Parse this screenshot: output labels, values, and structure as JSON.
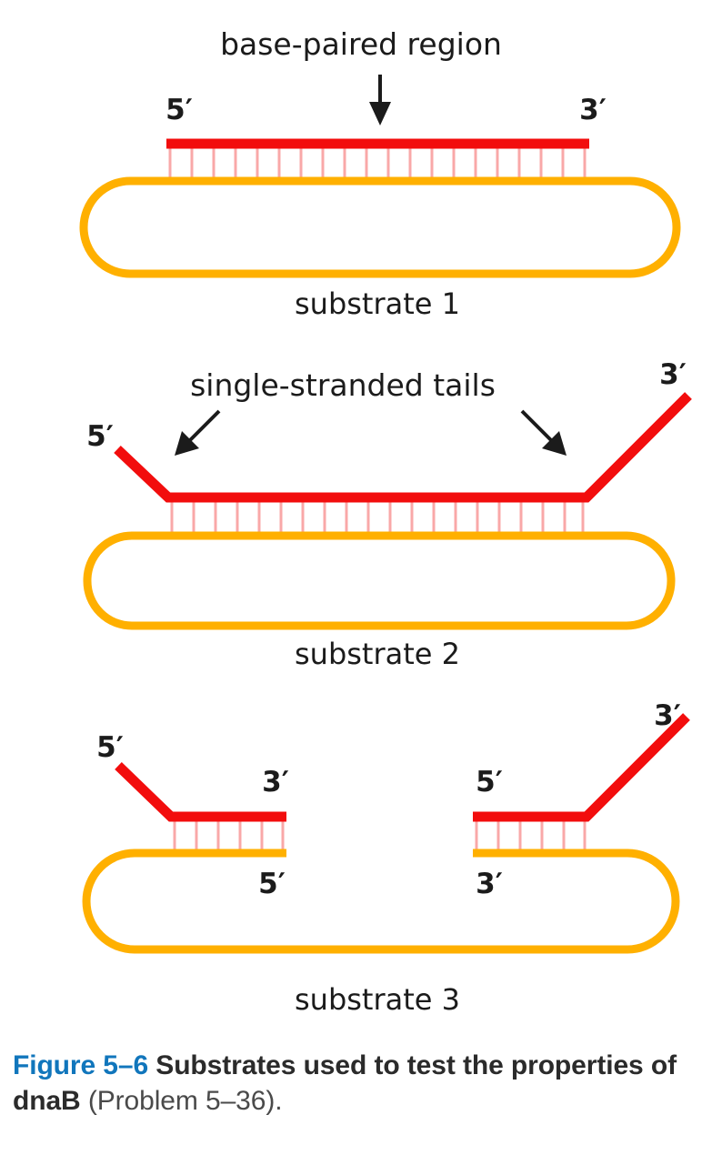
{
  "figure": {
    "colors": {
      "red_strand": "#F20D0D",
      "orange_strand": "#FFB000",
      "base_pair_rung": "#F9A8A8",
      "label_text": "#1B1B1B",
      "caption_accent": "#1176BC",
      "background": "#FFFFFF"
    },
    "annotations": {
      "base_paired_region": "base-paired region",
      "single_stranded_tails": "single-stranded tails",
      "arrow_down_icon": "down-arrow-icon",
      "arrow_diagonal_icon": "diagonal-arrow-icon"
    },
    "substrates": [
      {
        "id": 1,
        "caption": "substrate 1",
        "annotation": "base-paired region",
        "red_strand_end_labels": {
          "left": "5′",
          "right": "3′"
        },
        "base_pair_count": 20,
        "has_tails": false,
        "duplex_segments": 1
      },
      {
        "id": 2,
        "caption": "substrate 2",
        "annotation": "single-stranded tails",
        "red_strand_end_labels": {
          "left": "5′",
          "right": "3′"
        },
        "base_pair_count": 20,
        "has_tails": true,
        "tail_directions": {
          "left": "up-left",
          "right": "up-right"
        },
        "duplex_segments": 1
      },
      {
        "id": 3,
        "caption": "substrate 3",
        "annotation": "",
        "base_pair_count_left": 6,
        "base_pair_count_right": 6,
        "has_tails": true,
        "duplex_segments": 2,
        "labels": {
          "left_red_5prime": "5′",
          "left_red_3prime": "3′",
          "right_red_5prime": "5′",
          "right_red_3prime": "3′",
          "left_orange_5prime": "5′",
          "right_orange_3prime": "3′"
        }
      }
    ],
    "caption": {
      "tag": "Figure 5–6",
      "body": " Substrates used to test the properties of dnaB ",
      "problem": "(Problem 5–36)."
    }
  }
}
